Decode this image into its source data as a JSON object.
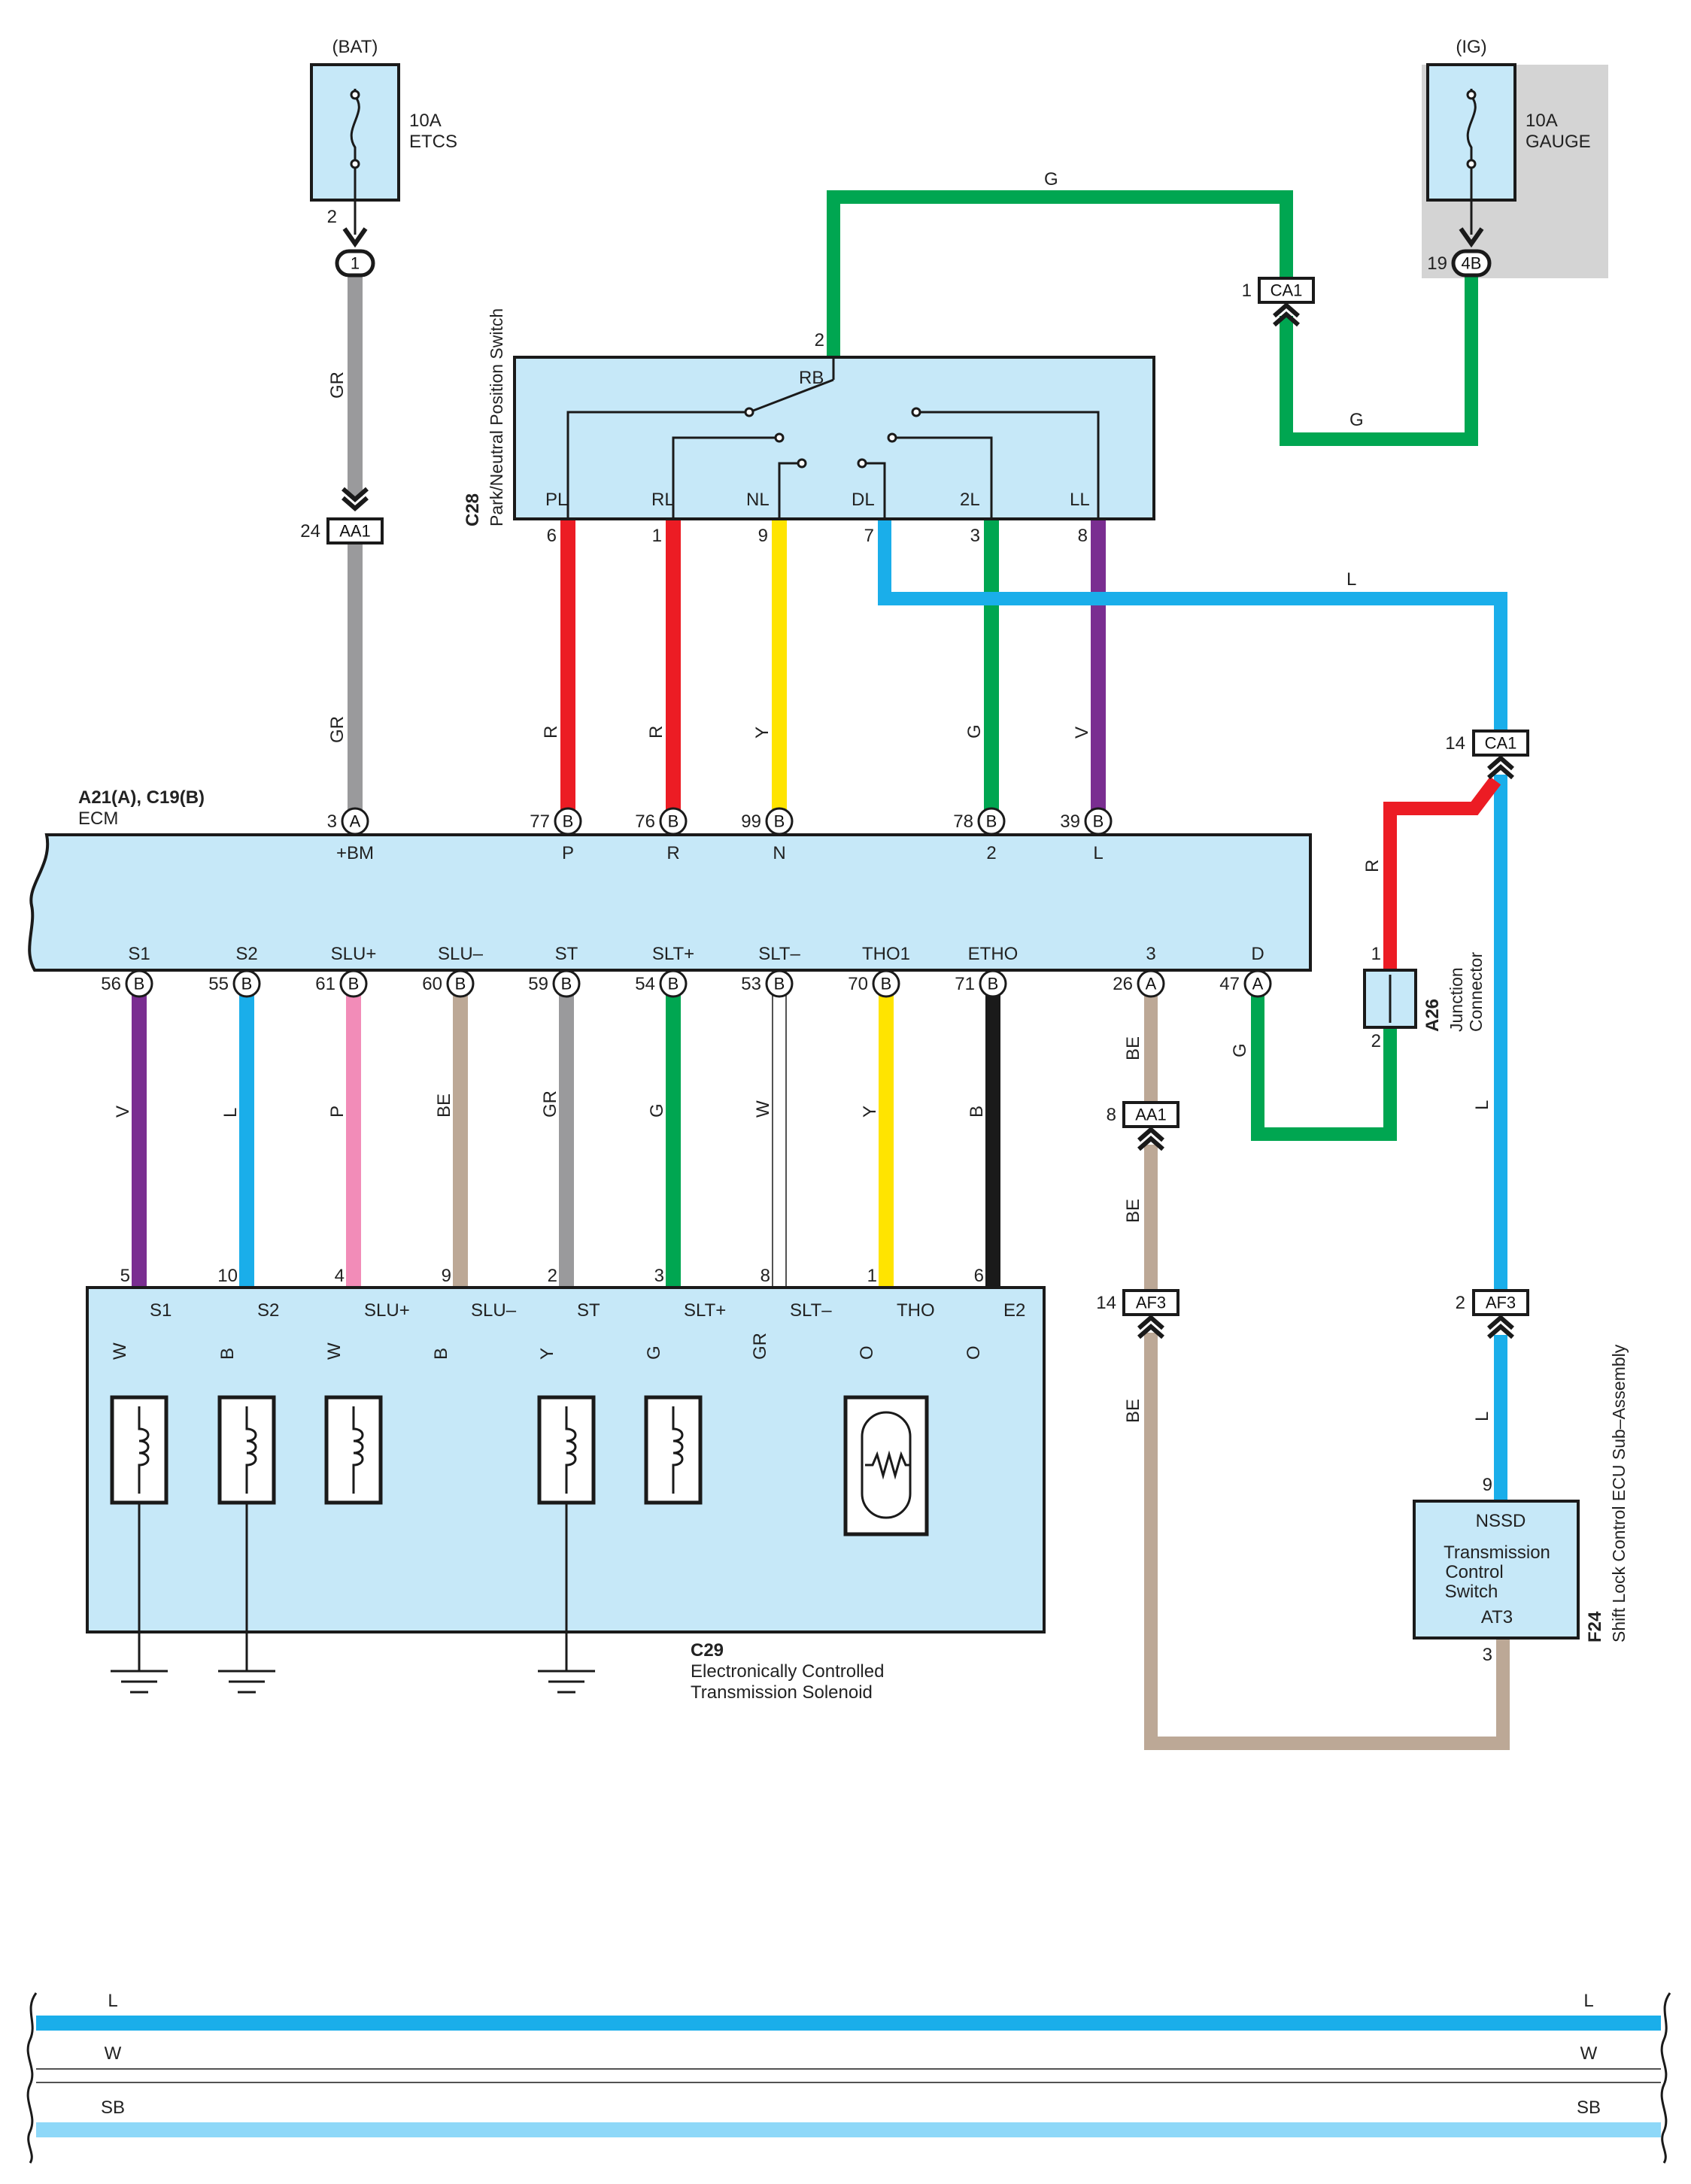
{
  "colors": {
    "GR": "#9a9a9c",
    "R": "#ec1c24",
    "Y": "#ffe400",
    "G": "#00a651",
    "V": "#7a2e91",
    "L": "#1aaeea",
    "P": "#f28cb8",
    "BE": "#bca896",
    "W": "#ffffff",
    "B": "#1a1a1a",
    "O": "#f7941d",
    "SB": "#8ed8f8",
    "box_fill": "#c6e8f8",
    "ig_shade": "#d4d4d4"
  },
  "fuses": [
    {
      "supply": "(BAT)",
      "rating": "10A",
      "name": "ETCS",
      "terminal": "2",
      "connector": "1"
    },
    {
      "supply": "(IG)",
      "rating": "10A",
      "name": "GAUGE",
      "terminal": "19",
      "connector": "4B"
    }
  ],
  "components": {
    "pnp_switch": {
      "code": "C28",
      "name": "Park/Neutral Position Switch",
      "top_pin": "2",
      "rb": "RB",
      "terminals": [
        {
          "label": "PL",
          "pin": "6",
          "wire": "R"
        },
        {
          "label": "RL",
          "pin": "1",
          "wire": "R"
        },
        {
          "label": "NL",
          "pin": "9",
          "wire": "Y"
        },
        {
          "label": "DL",
          "pin": "7",
          "wire": "L"
        },
        {
          "label": "2L",
          "pin": "3",
          "wire": "G"
        },
        {
          "label": "LL",
          "pin": "8",
          "wire": "V"
        }
      ]
    },
    "ecm": {
      "code": "A21(A), C19(B)",
      "name": "ECM",
      "top_terminals": [
        {
          "pin": "3",
          "conn": "A",
          "label": "+BM",
          "wire": "GR"
        },
        {
          "pin": "77",
          "conn": "B",
          "label": "P",
          "wire": "R"
        },
        {
          "pin": "76",
          "conn": "B",
          "label": "R",
          "wire": "R"
        },
        {
          "pin": "99",
          "conn": "B",
          "label": "N",
          "wire": "Y"
        },
        {
          "pin": "78",
          "conn": "B",
          "label": "2",
          "wire": "G"
        },
        {
          "pin": "39",
          "conn": "B",
          "label": "L",
          "wire": "V"
        }
      ],
      "bottom_terminals": [
        {
          "pin": "56",
          "conn": "B",
          "label": "S1",
          "wire": "V"
        },
        {
          "pin": "55",
          "conn": "B",
          "label": "S2",
          "wire": "L"
        },
        {
          "pin": "61",
          "conn": "B",
          "label": "SLU+",
          "wire": "P"
        },
        {
          "pin": "60",
          "conn": "B",
          "label": "SLU–",
          "wire": "BE"
        },
        {
          "pin": "59",
          "conn": "B",
          "label": "ST",
          "wire": "GR"
        },
        {
          "pin": "54",
          "conn": "B",
          "label": "SLT+",
          "wire": "G"
        },
        {
          "pin": "53",
          "conn": "B",
          "label": "SLT–",
          "wire": "W"
        },
        {
          "pin": "70",
          "conn": "B",
          "label": "THO1",
          "wire": "Y"
        },
        {
          "pin": "71",
          "conn": "B",
          "label": "ETHO",
          "wire": "B"
        },
        {
          "pin": "26",
          "conn": "A",
          "label": "3",
          "wire": "BE"
        },
        {
          "pin": "47",
          "conn": "A",
          "label": "D",
          "wire": "G"
        }
      ]
    },
    "solenoid": {
      "code": "C29",
      "name_line1": "Electronically Controlled",
      "name_line2": "Transmission Solenoid",
      "terminals": [
        {
          "pin": "5",
          "label": "S1",
          "inner_wire": "W"
        },
        {
          "pin": "10",
          "label": "S2",
          "inner_wire": "B"
        },
        {
          "pin": "4",
          "label": "SLU+",
          "inner_wire": "W"
        },
        {
          "pin": "9",
          "label": "SLU–",
          "inner_wire": "B"
        },
        {
          "pin": "2",
          "label": "ST",
          "inner_wire": "Y"
        },
        {
          "pin": "3",
          "label": "SLT+",
          "inner_wire": "G"
        },
        {
          "pin": "8",
          "label": "SLT–",
          "inner_wire": "GR"
        },
        {
          "pin": "1",
          "label": "THO",
          "inner_wire": "O"
        },
        {
          "pin": "6",
          "label": "E2",
          "inner_wire": "O"
        }
      ]
    },
    "junction": {
      "code": "A26",
      "name_line1": "Junction",
      "name_line2": "Connector",
      "pin_top": "1",
      "pin_bottom": "2",
      "wire_top": "R",
      "wire_bottom": "G"
    },
    "shift_lock": {
      "code": "F24",
      "name": "Shift Lock Control ECU Sub–Assembly",
      "line1": "NSSD",
      "line2": "Transmission",
      "line3": "Control",
      "line4": "Switch",
      "line5": "AT3",
      "pin_top": "9",
      "pin_bottom": "3"
    }
  },
  "connectors": [
    {
      "id": "AA1",
      "pin": "24"
    },
    {
      "id": "CA1",
      "pin": "1"
    },
    {
      "id": "CA1",
      "pin": "14"
    },
    {
      "id": "AA1",
      "pin": "8"
    },
    {
      "id": "AF3",
      "pin": "14"
    },
    {
      "id": "AF3",
      "pin": "2"
    }
  ],
  "wire_labels": {
    "gr_upper": "GR",
    "gr_lower": "GR",
    "g_top": "G",
    "g_ig": "G",
    "l_top": "L",
    "l_right1": "L",
    "l_right2": "L",
    "be_1": "BE",
    "be_2": "BE",
    "be_3": "BE",
    "r_junction": "R",
    "g_junction": "G"
  },
  "bus_lines": [
    {
      "name": "L",
      "color": "L"
    },
    {
      "name": "W",
      "color": "W"
    },
    {
      "name": "SB",
      "color": "SB"
    }
  ]
}
